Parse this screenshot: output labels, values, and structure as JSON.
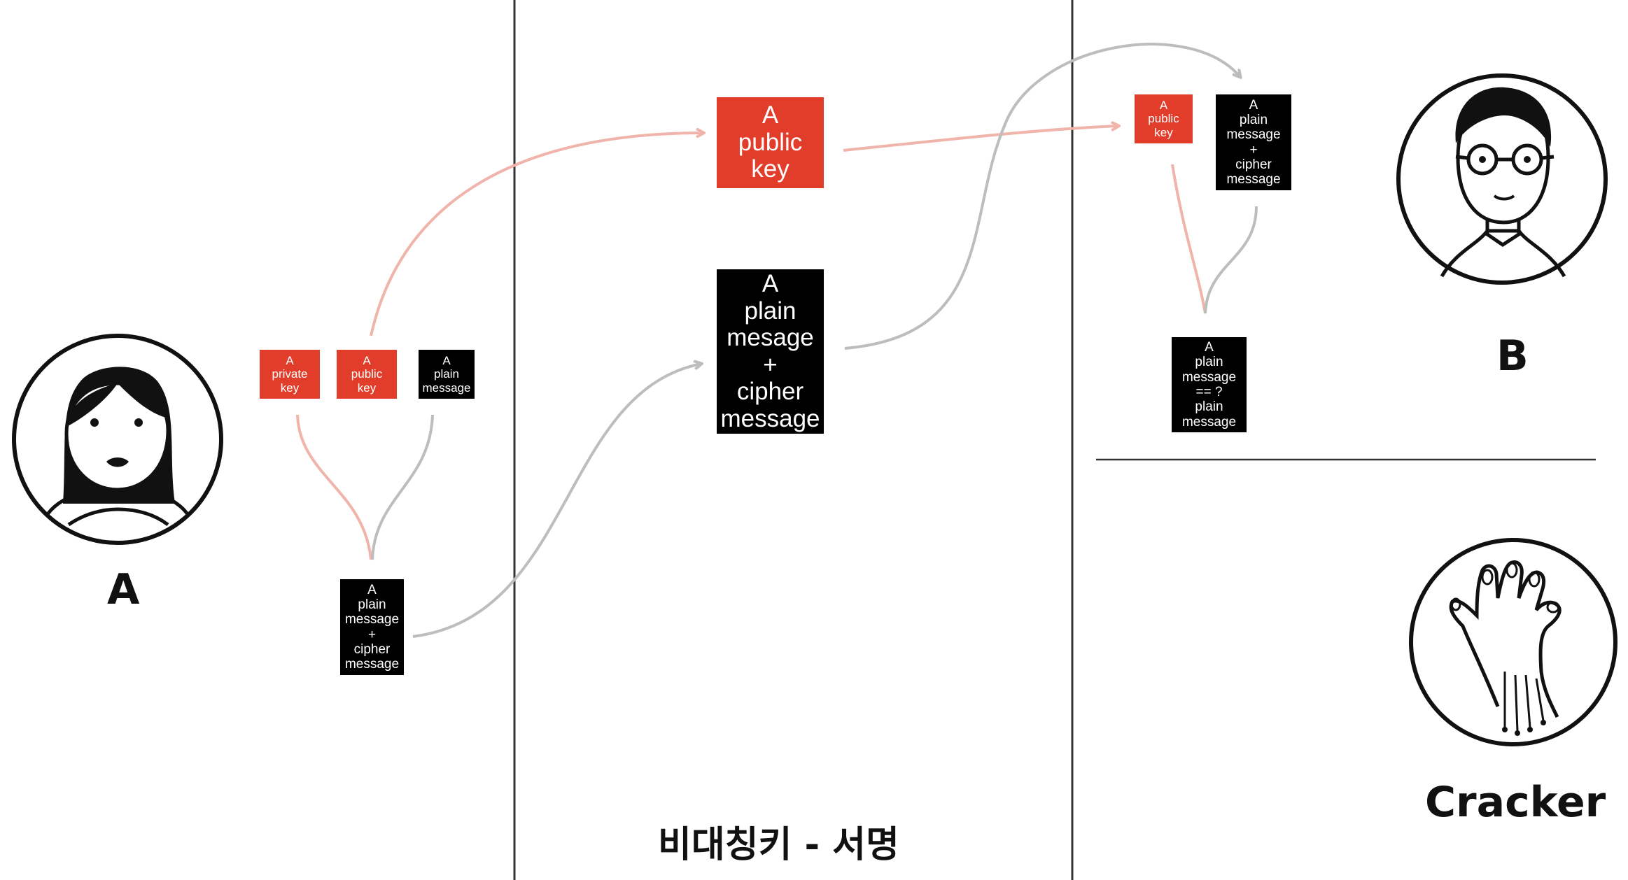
{
  "actors": {
    "a": {
      "name": "A",
      "avatar": "woman-avatar-icon"
    },
    "b": {
      "name": "B",
      "avatar": "man-with-glasses-avatar-icon"
    },
    "cracker": {
      "name": "Cracker",
      "avatar": "cyber-hand-icon"
    }
  },
  "title": "비대칭키 - 서명",
  "sender_items": {
    "private_key": [
      "A",
      "private",
      "key"
    ],
    "public_key": [
      "A",
      "public",
      "key"
    ],
    "plain_message": [
      "A",
      "plain",
      "message"
    ],
    "signed": [
      "A",
      "plain",
      "message",
      "+",
      "cipher",
      "message"
    ]
  },
  "channel_items": {
    "public_key": [
      "A",
      "public",
      "key"
    ],
    "signed": [
      "A",
      "plain",
      "mesage",
      "+",
      "cipher",
      "message"
    ]
  },
  "receiver_items": {
    "public_key": [
      "A",
      "public",
      "key"
    ],
    "signed": [
      "A",
      "plain",
      "message",
      "+",
      "cipher",
      "message"
    ],
    "verify": [
      "A",
      "plain",
      "message",
      "== ?",
      "plain",
      "message"
    ]
  },
  "colors": {
    "key_red": "#e23c2a",
    "message_black": "#000000",
    "red_arrow": "#f0b4ab",
    "gray_arrow": "#bdbdbd",
    "divider": "#333333"
  }
}
